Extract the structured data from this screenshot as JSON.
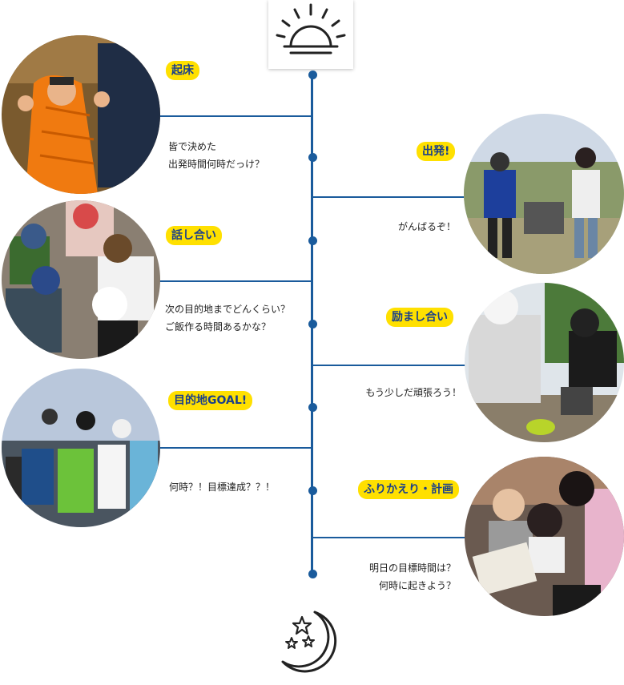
{
  "left_events": [
    {
      "title": "起床",
      "lines": [
        "皆で決めた",
        "出発時間何時だっけ？"
      ]
    },
    {
      "title": "話し合い",
      "lines": [
        "次の目的地までどんくらい？",
        "ご飯作る時間あるかな？"
      ]
    },
    {
      "title": "目的地GOAL!",
      "lines": [
        "何時？！目標達成？？！"
      ]
    }
  ],
  "right_events": [
    {
      "title": "出発!",
      "lines": [
        "がんばるぞ！"
      ]
    },
    {
      "title": "励まし合い",
      "lines": [
        "もう少しだ頑張ろう！"
      ]
    },
    {
      "title": "ふりかえり・計画",
      "lines": [
        "明日の目標時間は？",
        "何時に起きよう？"
      ]
    }
  ],
  "icons": {
    "top": "sunrise-icon",
    "bottom": "moon-stars-icon"
  },
  "colors": {
    "timeline": "#1a5b9c",
    "tag_bg": "#ffe000",
    "tag_text": "#1a3f8a"
  }
}
